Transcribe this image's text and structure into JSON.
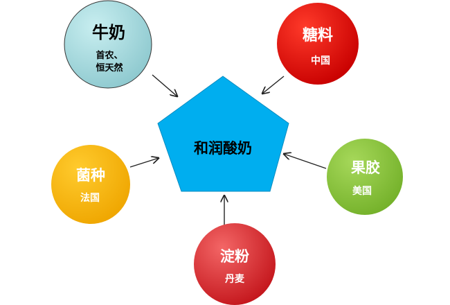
{
  "center": {
    "label": "和润酸奶",
    "color": "#00AEEF"
  },
  "sources": [
    {
      "name": "牛奶",
      "origin_line1": "首农、",
      "origin_line2": "恒天然",
      "color": "#A8D8DC",
      "text_color": "#000000"
    },
    {
      "name": "糖料",
      "origin_line1": "中国",
      "origin_line2": "",
      "color": "#EE1111",
      "text_color": "#ffffff"
    },
    {
      "name": "菌种",
      "origin_line1": "法国",
      "origin_line2": "",
      "color": "#F9B800",
      "text_color": "#ffffff"
    },
    {
      "name": "果胶",
      "origin_line1": "美国",
      "origin_line2": "",
      "color": "#8DC63F",
      "text_color": "#ffffff"
    },
    {
      "name": "淀粉",
      "origin_line1": "丹麦",
      "origin_line2": "",
      "color": "#E8383D",
      "text_color": "#ffffff"
    }
  ]
}
